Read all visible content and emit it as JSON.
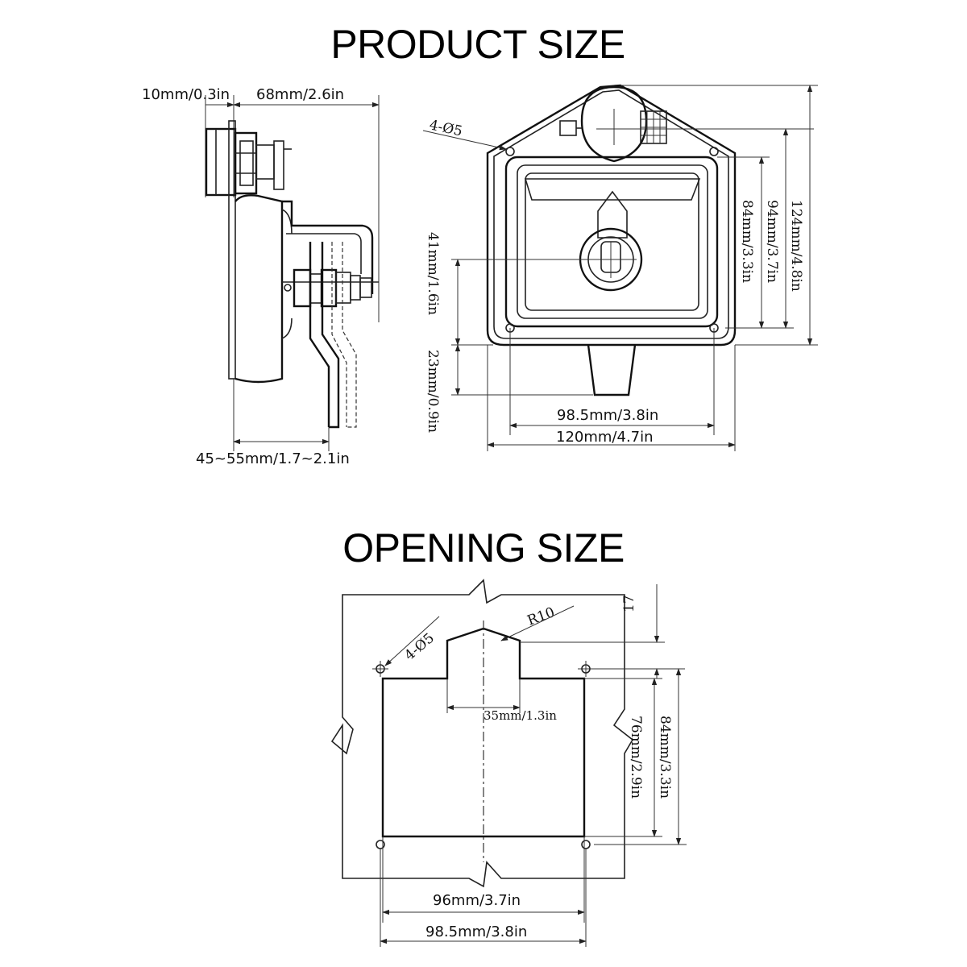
{
  "titles": {
    "product": "PRODUCT SIZE",
    "opening": "OPENING SIZE"
  },
  "side_view": {
    "top_left": "10mm/0.3in",
    "top_right": "68mm/2.6in",
    "bottom": "45~55mm/1.7~2.1in"
  },
  "front_view": {
    "holes": "4-Ø5",
    "height_total": "124mm/4.8in",
    "height_94": "94mm/3.7in",
    "height_84": "84mm/3.3in",
    "height_41": "41mm/1.6in",
    "height_23": "23mm/0.9in",
    "width_985": "98.5mm/3.8in",
    "width_120": "120mm/4.7in"
  },
  "opening": {
    "holes": "4-Ø5",
    "radius": "R10",
    "top_offset": "17",
    "notch_width": "35mm/1.3in",
    "height_76": "76mm/2.9in",
    "height_84": "84mm/3.3in",
    "width_96": "96mm/3.7in",
    "width_985": "98.5mm/3.8in"
  },
  "colors": {
    "ink": "#111111",
    "background": "#ffffff"
  }
}
